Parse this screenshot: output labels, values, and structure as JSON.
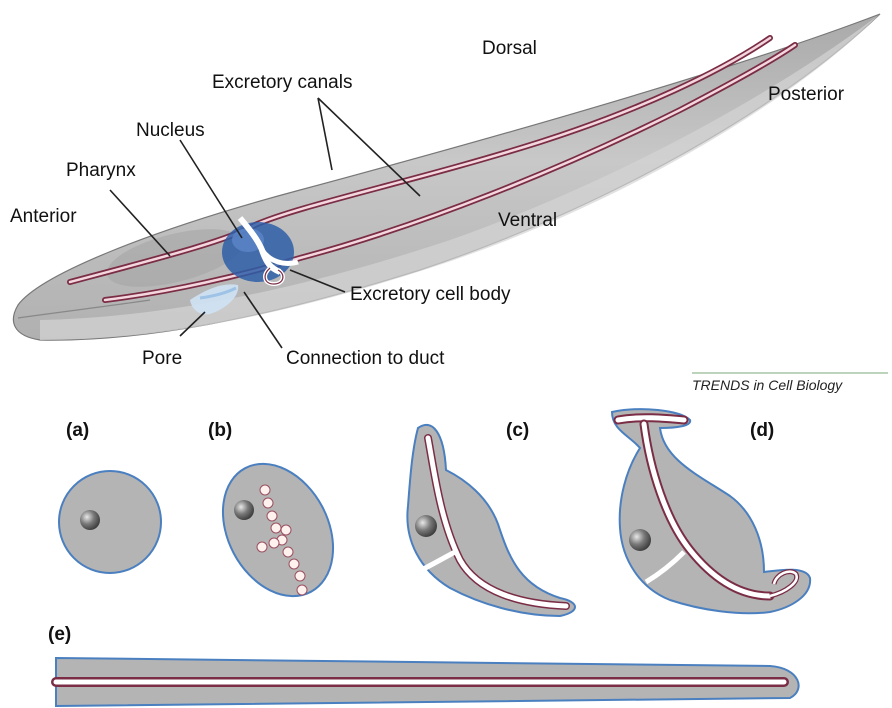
{
  "labels": {
    "dorsal": "Dorsal",
    "excretory_canals": "Excretory canals",
    "posterior": "Posterior",
    "nucleus": "Nucleus",
    "pharynx": "Pharynx",
    "anterior": "Anterior",
    "ventral": "Ventral",
    "excretory_cell_body": "Excretory cell body",
    "pore": "Pore",
    "connection_to_duct": "Connection to duct"
  },
  "credit": "TRENDS in Cell Biology",
  "panels": {
    "a": "(a)",
    "b": "(b)",
    "c": "(c)",
    "d": "(d)",
    "e": "(e)"
  },
  "colors": {
    "body_fill": "#bcbcbc",
    "cell_fill": "#b4b4b4",
    "cell_outline": "#4a7fc0",
    "canal_wall": "#7a2d45",
    "canal_lumen": "#ffffff",
    "nucleus_blue": "#2e5ea8",
    "pore_blue": "#cfe3f5",
    "credit_rule": "#7aa77a"
  }
}
